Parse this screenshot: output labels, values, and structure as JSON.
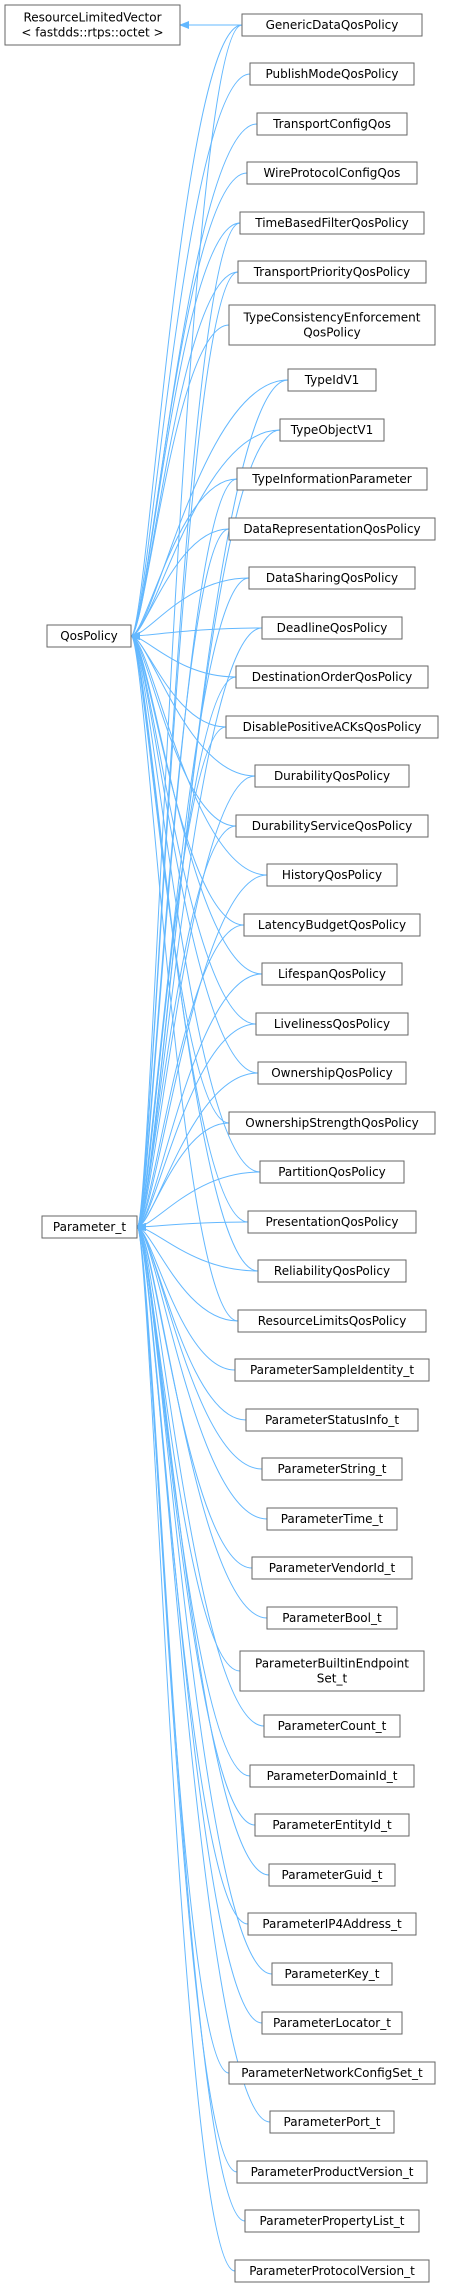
{
  "diagram": {
    "nodes": [
      {
        "id": "rlv",
        "lines": [
          "ResourceLimitedVector",
          "< fastdds::rtps::octet >"
        ]
      },
      {
        "id": "qos",
        "lines": [
          "QosPolicy"
        ]
      },
      {
        "id": "param",
        "lines": [
          "Parameter_t"
        ]
      },
      {
        "id": "c0",
        "lines": [
          "GenericDataQosPolicy"
        ]
      },
      {
        "id": "c1",
        "lines": [
          "PublishModeQosPolicy"
        ]
      },
      {
        "id": "c2",
        "lines": [
          "TransportConfigQos"
        ]
      },
      {
        "id": "c3",
        "lines": [
          "WireProtocolConfigQos"
        ]
      },
      {
        "id": "c4",
        "lines": [
          "TimeBasedFilterQosPolicy"
        ]
      },
      {
        "id": "c5",
        "lines": [
          "TransportPriorityQosPolicy"
        ]
      },
      {
        "id": "c6",
        "lines": [
          "TypeConsistencyEnforcement",
          "QosPolicy"
        ]
      },
      {
        "id": "c7",
        "lines": [
          "TypeIdV1"
        ]
      },
      {
        "id": "c8",
        "lines": [
          "TypeObjectV1"
        ]
      },
      {
        "id": "c9",
        "lines": [
          "TypeInformationParameter"
        ]
      },
      {
        "id": "c10",
        "lines": [
          "DataRepresentationQosPolicy"
        ]
      },
      {
        "id": "c11",
        "lines": [
          "DataSharingQosPolicy"
        ]
      },
      {
        "id": "c12",
        "lines": [
          "DeadlineQosPolicy"
        ]
      },
      {
        "id": "c13",
        "lines": [
          "DestinationOrderQosPolicy"
        ]
      },
      {
        "id": "c14",
        "lines": [
          "DisablePositiveACKsQosPolicy"
        ]
      },
      {
        "id": "c15",
        "lines": [
          "DurabilityQosPolicy"
        ]
      },
      {
        "id": "c16",
        "lines": [
          "DurabilityServiceQosPolicy"
        ]
      },
      {
        "id": "c17",
        "lines": [
          "HistoryQosPolicy"
        ]
      },
      {
        "id": "c18",
        "lines": [
          "LatencyBudgetQosPolicy"
        ]
      },
      {
        "id": "c19",
        "lines": [
          "LifespanQosPolicy"
        ]
      },
      {
        "id": "c20",
        "lines": [
          "LivelinessQosPolicy"
        ]
      },
      {
        "id": "c21",
        "lines": [
          "OwnershipQosPolicy"
        ]
      },
      {
        "id": "c22",
        "lines": [
          "OwnershipStrengthQosPolicy"
        ]
      },
      {
        "id": "c23",
        "lines": [
          "PartitionQosPolicy"
        ]
      },
      {
        "id": "c24",
        "lines": [
          "PresentationQosPolicy"
        ]
      },
      {
        "id": "c25",
        "lines": [
          "ReliabilityQosPolicy"
        ]
      },
      {
        "id": "c26",
        "lines": [
          "ResourceLimitsQosPolicy"
        ]
      },
      {
        "id": "c27",
        "lines": [
          "ParameterSampleIdentity_t"
        ]
      },
      {
        "id": "c28",
        "lines": [
          "ParameterStatusInfo_t"
        ]
      },
      {
        "id": "c29",
        "lines": [
          "ParameterString_t"
        ]
      },
      {
        "id": "c30",
        "lines": [
          "ParameterTime_t"
        ]
      },
      {
        "id": "c31",
        "lines": [
          "ParameterVendorId_t"
        ]
      },
      {
        "id": "c32",
        "lines": [
          "ParameterBool_t"
        ]
      },
      {
        "id": "c33",
        "lines": [
          "ParameterBuiltinEndpoint",
          "Set_t"
        ]
      },
      {
        "id": "c34",
        "lines": [
          "ParameterCount_t"
        ]
      },
      {
        "id": "c35",
        "lines": [
          "ParameterDomainId_t"
        ]
      },
      {
        "id": "c36",
        "lines": [
          "ParameterEntityId_t"
        ]
      },
      {
        "id": "c37",
        "lines": [
          "ParameterGuid_t"
        ]
      },
      {
        "id": "c38",
        "lines": [
          "ParameterIP4Address_t"
        ]
      },
      {
        "id": "c39",
        "lines": [
          "ParameterKey_t"
        ]
      },
      {
        "id": "c40",
        "lines": [
          "ParameterLocator_t"
        ]
      },
      {
        "id": "c41",
        "lines": [
          "ParameterNetworkConfigSet_t"
        ]
      },
      {
        "id": "c42",
        "lines": [
          "ParameterPort_t"
        ]
      },
      {
        "id": "c43",
        "lines": [
          "ParameterProductVersion_t"
        ]
      },
      {
        "id": "c44",
        "lines": [
          "ParameterPropertyList_t"
        ]
      },
      {
        "id": "c45",
        "lines": [
          "ParameterProtocolVersion_t"
        ]
      }
    ],
    "edges": [
      [
        "c0",
        "rlv"
      ],
      [
        "c0",
        "qos"
      ],
      [
        "c0",
        "param"
      ],
      [
        "c1",
        "qos"
      ],
      [
        "c2",
        "qos"
      ],
      [
        "c3",
        "qos"
      ],
      [
        "c4",
        "qos"
      ],
      [
        "c4",
        "param"
      ],
      [
        "c5",
        "qos"
      ],
      [
        "c5",
        "param"
      ],
      [
        "c6",
        "qos"
      ],
      [
        "c7",
        "qos"
      ],
      [
        "c7",
        "param"
      ],
      [
        "c8",
        "qos"
      ],
      [
        "c8",
        "param"
      ],
      [
        "c9",
        "qos"
      ],
      [
        "c9",
        "param"
      ],
      [
        "c10",
        "qos"
      ],
      [
        "c10",
        "param"
      ],
      [
        "c11",
        "qos"
      ],
      [
        "c11",
        "param"
      ],
      [
        "c12",
        "qos"
      ],
      [
        "c12",
        "param"
      ],
      [
        "c13",
        "qos"
      ],
      [
        "c13",
        "param"
      ],
      [
        "c14",
        "qos"
      ],
      [
        "c14",
        "param"
      ],
      [
        "c15",
        "qos"
      ],
      [
        "c15",
        "param"
      ],
      [
        "c16",
        "qos"
      ],
      [
        "c16",
        "param"
      ],
      [
        "c17",
        "qos"
      ],
      [
        "c17",
        "param"
      ],
      [
        "c18",
        "qos"
      ],
      [
        "c18",
        "param"
      ],
      [
        "c19",
        "qos"
      ],
      [
        "c19",
        "param"
      ],
      [
        "c20",
        "qos"
      ],
      [
        "c20",
        "param"
      ],
      [
        "c21",
        "qos"
      ],
      [
        "c21",
        "param"
      ],
      [
        "c22",
        "qos"
      ],
      [
        "c22",
        "param"
      ],
      [
        "c23",
        "qos"
      ],
      [
        "c23",
        "param"
      ],
      [
        "c24",
        "qos"
      ],
      [
        "c24",
        "param"
      ],
      [
        "c25",
        "qos"
      ],
      [
        "c25",
        "param"
      ],
      [
        "c26",
        "qos"
      ],
      [
        "c26",
        "param"
      ],
      [
        "c27",
        "param"
      ],
      [
        "c28",
        "param"
      ],
      [
        "c29",
        "param"
      ],
      [
        "c30",
        "param"
      ],
      [
        "c31",
        "param"
      ],
      [
        "c32",
        "param"
      ],
      [
        "c33",
        "param"
      ],
      [
        "c34",
        "param"
      ],
      [
        "c35",
        "param"
      ],
      [
        "c36",
        "param"
      ],
      [
        "c37",
        "param"
      ],
      [
        "c38",
        "param"
      ],
      [
        "c39",
        "param"
      ],
      [
        "c40",
        "param"
      ],
      [
        "c41",
        "param"
      ],
      [
        "c42",
        "param"
      ],
      [
        "c43",
        "param"
      ],
      [
        "c44",
        "param"
      ],
      [
        "c45",
        "param"
      ]
    ]
  },
  "colors": {
    "edge": "#63b8ff",
    "node_border": "#666666",
    "node_fill": "#ffffff",
    "text": "#000000"
  }
}
